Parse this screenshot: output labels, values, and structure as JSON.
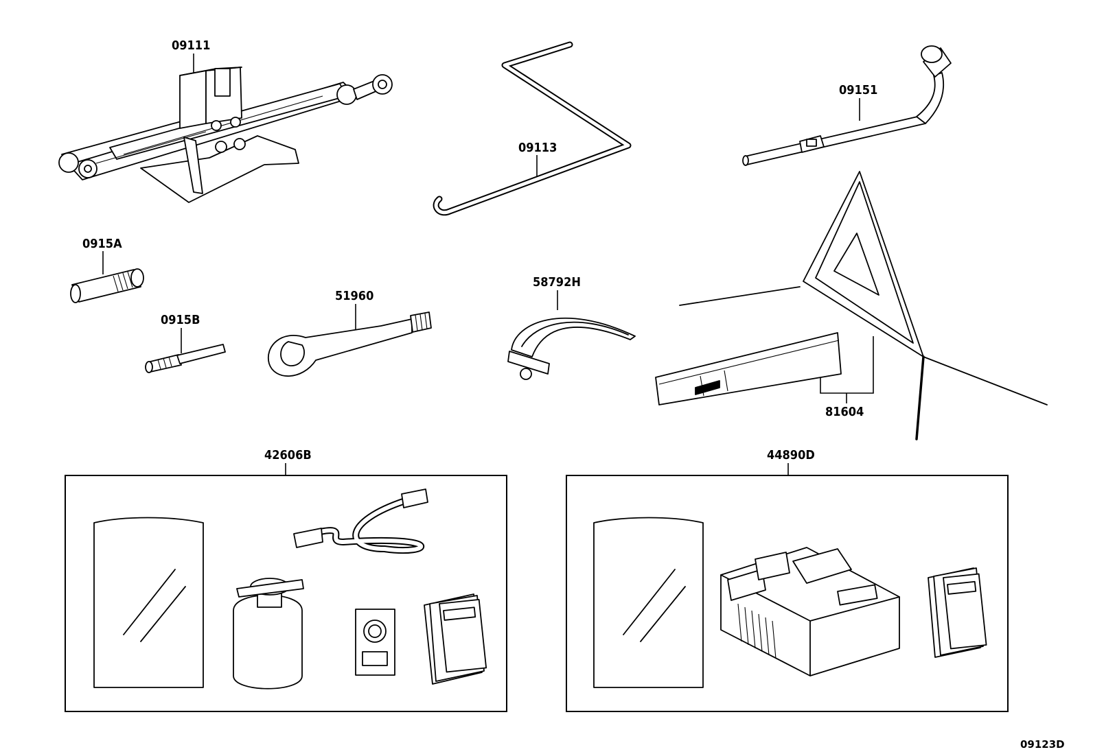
{
  "diagram_id": "09123D",
  "parts": {
    "jack": "09111",
    "jack_handle": "09113",
    "wrench": "09151",
    "adapter_a": "0915A",
    "adapter_b": "0915B",
    "towing_eye": "51960",
    "strap": "58792H",
    "warning_triangle": "81604",
    "repair_kit": "42606B",
    "compressor_kit": "44890D"
  }
}
